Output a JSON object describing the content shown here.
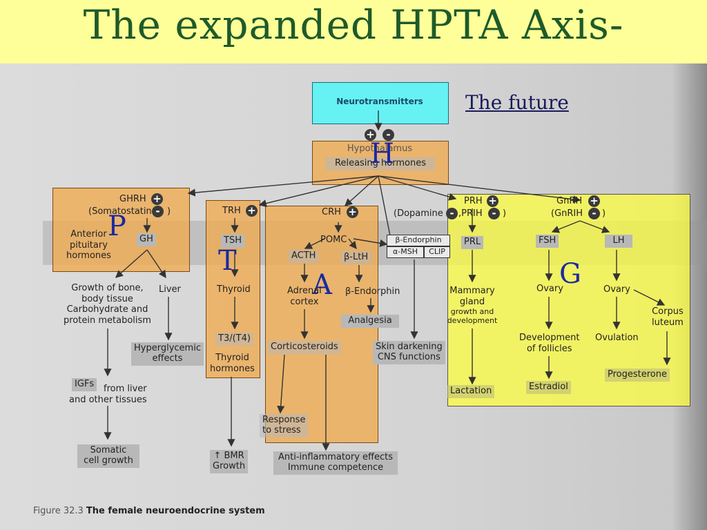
{
  "slide": {
    "title": "The expanded HPTA Axis-",
    "subtitle": "The future"
  },
  "caption": {
    "figure": "Figure 32.3",
    "text": "The female neuroendocrine system"
  },
  "boxes": {
    "neurotransmitters": "Neurotransmitters",
    "hypothalamus": "Hypothalamus",
    "releasing_hormones": "Releasing hormones"
  },
  "handwritten": {
    "h": "H",
    "p": "P",
    "t": "T",
    "a": "A",
    "g": "G"
  },
  "signs": {
    "plus": "+",
    "minus": "-"
  },
  "gh_branch": {
    "ghrh": "GHRH",
    "somatostatin": "(Somatostatin",
    "close": ")",
    "anterior": [
      "Anterior",
      "pituitary",
      "hormones"
    ],
    "gh": "GH",
    "growth": [
      "Growth of bone,",
      "body tissue",
      "Carbohydrate and",
      "protein metabolism"
    ],
    "liver": "Liver",
    "hyperglycemic": [
      "Hyperglycemic",
      "effects"
    ],
    "igfs": "IGFs",
    "from_liver": [
      "from liver",
      "and other tissues"
    ],
    "somatic": [
      "Somatic",
      "cell growth"
    ]
  },
  "t_branch": {
    "trh": "TRH",
    "tsh": "TSH",
    "thyroid": "Thyroid",
    "t3t4": "T3/(T4)",
    "thyroid_hormones": [
      "Thyroid",
      "hormones"
    ],
    "bmr": [
      "↑ BMR",
      "Growth"
    ]
  },
  "a_branch": {
    "crh": "CRH",
    "pomc": "POMC",
    "acth": "ACTH",
    "blth": "β-LtH",
    "adrenal": [
      "Adrenal",
      "cortex"
    ],
    "bendorphin": "β-Endorphin",
    "analgesia": "Analgesia",
    "corticosteroids": "Corticosteroids",
    "response": [
      "Response",
      "to stress"
    ],
    "antiinflam": [
      "Anti-inflammatory effects",
      "Immune competence"
    ]
  },
  "melano": {
    "dopamine": "(Dopamine",
    "prih": ",PRIH",
    "close": ")",
    "bendorphin_box": "β-Endorphin",
    "amsh": "α-MSH",
    "clip": "CLIP",
    "skin": [
      "Skin darkening",
      "CNS functions"
    ]
  },
  "g_branch": {
    "prh": "PRH",
    "gnrh": "GnRH",
    "gnrih": "(GnRIH",
    "close": ")",
    "prl": "PRL",
    "fsh": "FSH",
    "lh": "LH",
    "mammary": [
      "Mammary",
      "gland",
      "growth and",
      "development"
    ],
    "ovary1": "Ovary",
    "ovary2": "Ovary",
    "corpus": [
      "Corpus",
      "luteum"
    ],
    "follicles": [
      "Development",
      "of follicles"
    ],
    "ovulation": "Ovulation",
    "lactation": "Lactation",
    "estradiol": "Estradiol",
    "progesterone": "Progesterone"
  }
}
